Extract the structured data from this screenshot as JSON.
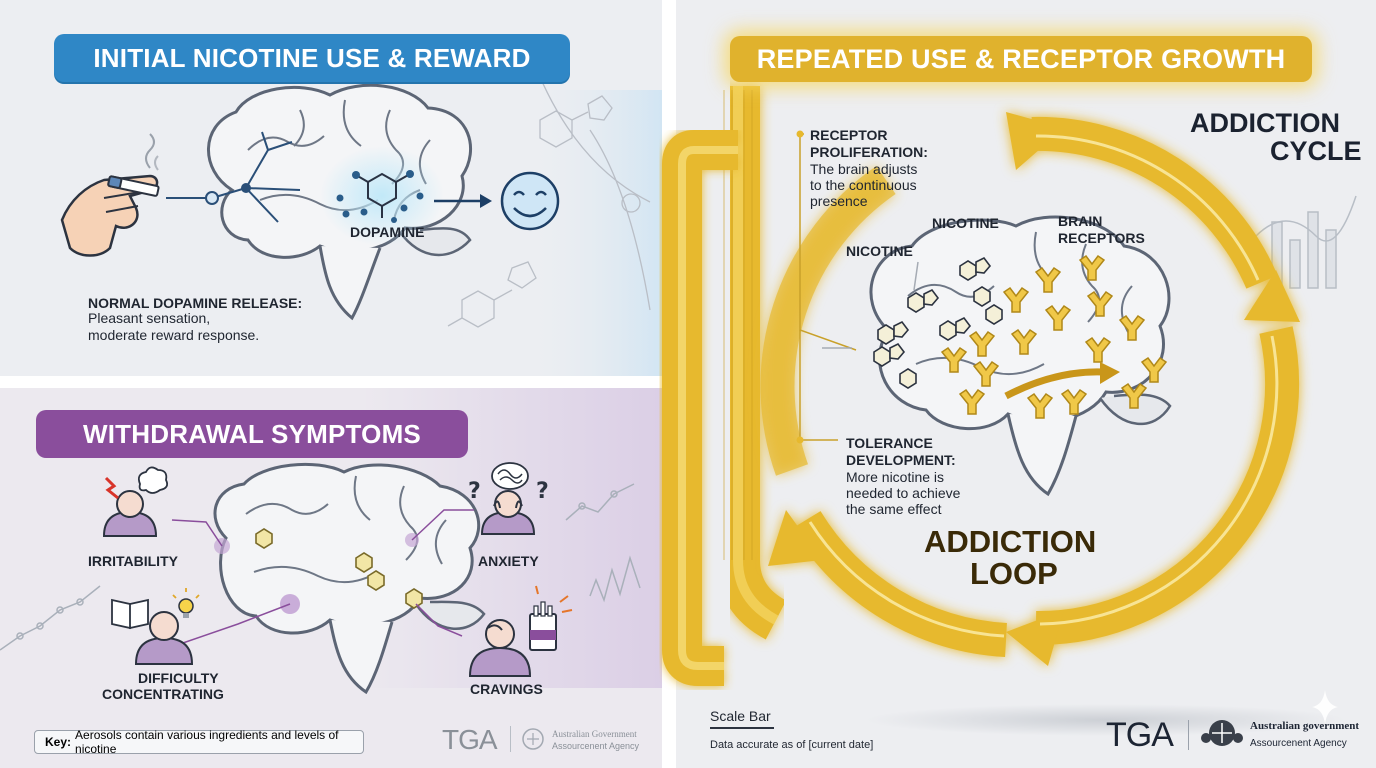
{
  "initial": {
    "title": "INITIAL NICOTINE USE & REWARD",
    "dopamine_label": "DOPAMINE",
    "release_heading": "NORMAL DOPAMINE RELEASE:",
    "release_line1": "Pleasant sensation,",
    "release_line2": "moderate reward response."
  },
  "withdrawal": {
    "title": "WITHDRAWAL SYMPTOMS",
    "irritability": "IRRITABILITY",
    "anxiety": "ANXIETY",
    "difficulty_line1": "DIFFICULTY",
    "difficulty_line2": "CONCENTRATING",
    "cravings": "CRAVINGS",
    "key_label": "Key:",
    "key_text": "Aerosols contain various ingredients and levels of nicotine",
    "logo_text": "TGA",
    "gov_line1": "Australian Government",
    "gov_line2": "Assourcenent Agency"
  },
  "repeated": {
    "title": "REPEATED USE & RECEPTOR GROWTH",
    "cycle_line1": "ADDICTION",
    "cycle_line2": "CYCLE",
    "proliferation_h1": "RECEPTOR",
    "proliferation_h2": "PROLIFERATION:",
    "proliferation_l1": "The brain adjusts",
    "proliferation_l2": "to the continuous",
    "proliferation_l3": "presence",
    "nicotine_label_1": "NICOTINE",
    "nicotine_label_2": "NICOTINE",
    "receptors_line1": "BRAIN",
    "receptors_line2": "RECEPTORS",
    "tolerance_h1": "TOLERANCE",
    "tolerance_h2": "DEVELOPMENT:",
    "tolerance_l1": "More nicotine is",
    "tolerance_l2": "needed to achieve",
    "tolerance_l3": "the same effect",
    "loop_line1": "ADDICTION",
    "loop_line2": "LOOP",
    "scale_bar": "Scale Bar",
    "data_note": "Data accurate as of [current date]",
    "logo_text": "TGA",
    "gov_line1": "Australian government",
    "gov_line2": "Assourcenent Agency"
  },
  "colors": {
    "blue_banner": "#2f87c6",
    "purple_banner": "#8a4e9c",
    "gold": "#e7b92e",
    "gold_glow": "#f7d65c",
    "text_dark": "#1f2530"
  },
  "icons": [
    "hand-cigarette-icon",
    "smiley-icon",
    "brain-icon",
    "receptor-icon",
    "molecule-icon",
    "cigarette-pack-icon",
    "lightbulb-icon",
    "book-icon"
  ]
}
